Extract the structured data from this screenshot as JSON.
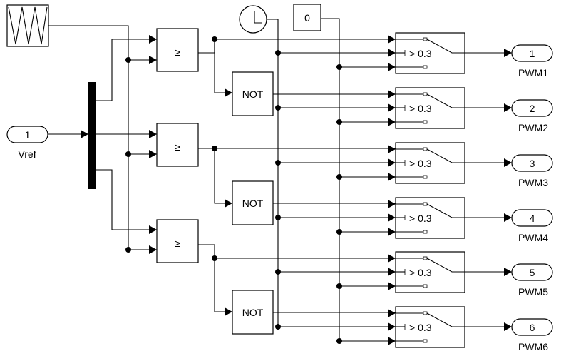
{
  "inport": {
    "number": "1",
    "label": "Vref"
  },
  "clock": {
    "icon": "clock-icon"
  },
  "constant": {
    "value": "0"
  },
  "comparators": [
    {
      "symbol": "≥"
    },
    {
      "symbol": "≥"
    },
    {
      "symbol": "≥"
    }
  ],
  "not_gates": [
    {
      "label": "NOT"
    },
    {
      "label": "NOT"
    },
    {
      "label": "NOT"
    }
  ],
  "switches": [
    {
      "threshold": "> 0.3"
    },
    {
      "threshold": "> 0.3"
    },
    {
      "threshold": "> 0.3"
    },
    {
      "threshold": "> 0.3"
    },
    {
      "threshold": "> 0.3"
    },
    {
      "threshold": "> 0.3"
    }
  ],
  "outports": [
    {
      "number": "1",
      "label": "PWM1"
    },
    {
      "number": "2",
      "label": "PWM2"
    },
    {
      "number": "3",
      "label": "PWM3"
    },
    {
      "number": "4",
      "label": "PWM4"
    },
    {
      "number": "5",
      "label": "PWM5"
    },
    {
      "number": "6",
      "label": "PWM6"
    }
  ]
}
